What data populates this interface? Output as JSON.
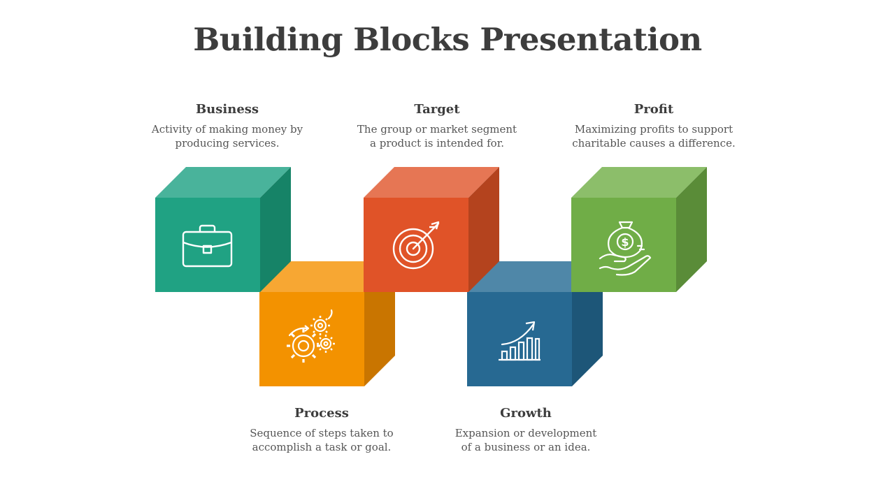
{
  "slide": {
    "title": "Building Blocks Presentation"
  },
  "blocks": [
    {
      "title": "Business",
      "lines": [
        "Activity of making money by",
        "producing services."
      ],
      "icon": "briefcase-icon",
      "colors": {
        "front": "#20a283",
        "top": "#49b39b",
        "side": "#168367"
      }
    },
    {
      "title": "Process",
      "lines": [
        "Sequence of steps taken to",
        "accomplish a task or goal."
      ],
      "icon": "gears-icon",
      "colors": {
        "front": "#f39200",
        "top": "#f7a733",
        "side": "#c97500"
      }
    },
    {
      "title": "Target",
      "lines": [
        "The group or market segment",
        "a product is intended for."
      ],
      "icon": "target-icon",
      "colors": {
        "front": "#e05328",
        "top": "#e67654",
        "side": "#b4431e"
      }
    },
    {
      "title": "Growth",
      "lines": [
        "Expansion or development",
        "of a business or an idea."
      ],
      "icon": "growth-chart-icon",
      "colors": {
        "front": "#276992",
        "top": "#4f87a8",
        "side": "#1d5678"
      }
    },
    {
      "title": "Profit",
      "lines": [
        "Maximizing profits to support",
        "charitable causes a difference."
      ],
      "icon": "money-bag-hand-icon",
      "colors": {
        "front": "#70ad47",
        "top": "#8cbe6a",
        "side": "#5a8c38"
      }
    }
  ]
}
